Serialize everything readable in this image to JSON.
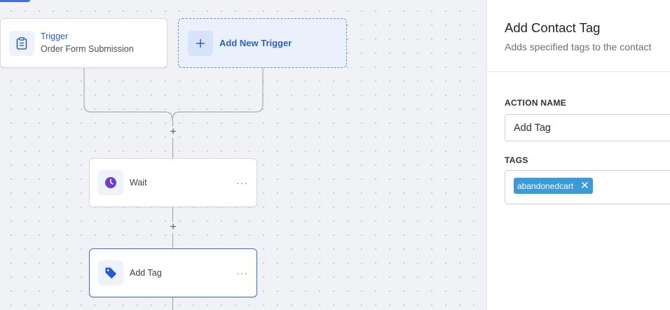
{
  "canvas": {
    "trigger": {
      "title": "Trigger",
      "subtitle": "Order Form Submission",
      "icon": "clipboard-icon"
    },
    "add_trigger": {
      "label": "Add New Trigger",
      "icon": "plus-icon"
    },
    "add_action_symbol": "+",
    "steps": [
      {
        "label": "Wait",
        "icon": "clock-icon",
        "icon_color": "#6b3fd4",
        "menu": "···"
      },
      {
        "label": "Add Tag",
        "icon": "tag-icon",
        "icon_color": "#2b55d6",
        "menu": "···"
      }
    ]
  },
  "panel": {
    "title": "Add Contact Tag",
    "subtitle": "Adds specified tags to the contact",
    "action_name_label": "ACTION NAME",
    "action_name_value": "Add Tag",
    "tags_label": "TAGS",
    "tags": [
      "abandonedcart"
    ],
    "tag_remove_symbol": "✕"
  },
  "colors": {
    "accent": "#2b62c4",
    "tag_chip": "#3d9ad8",
    "selected_border": "#3d6fd0"
  }
}
